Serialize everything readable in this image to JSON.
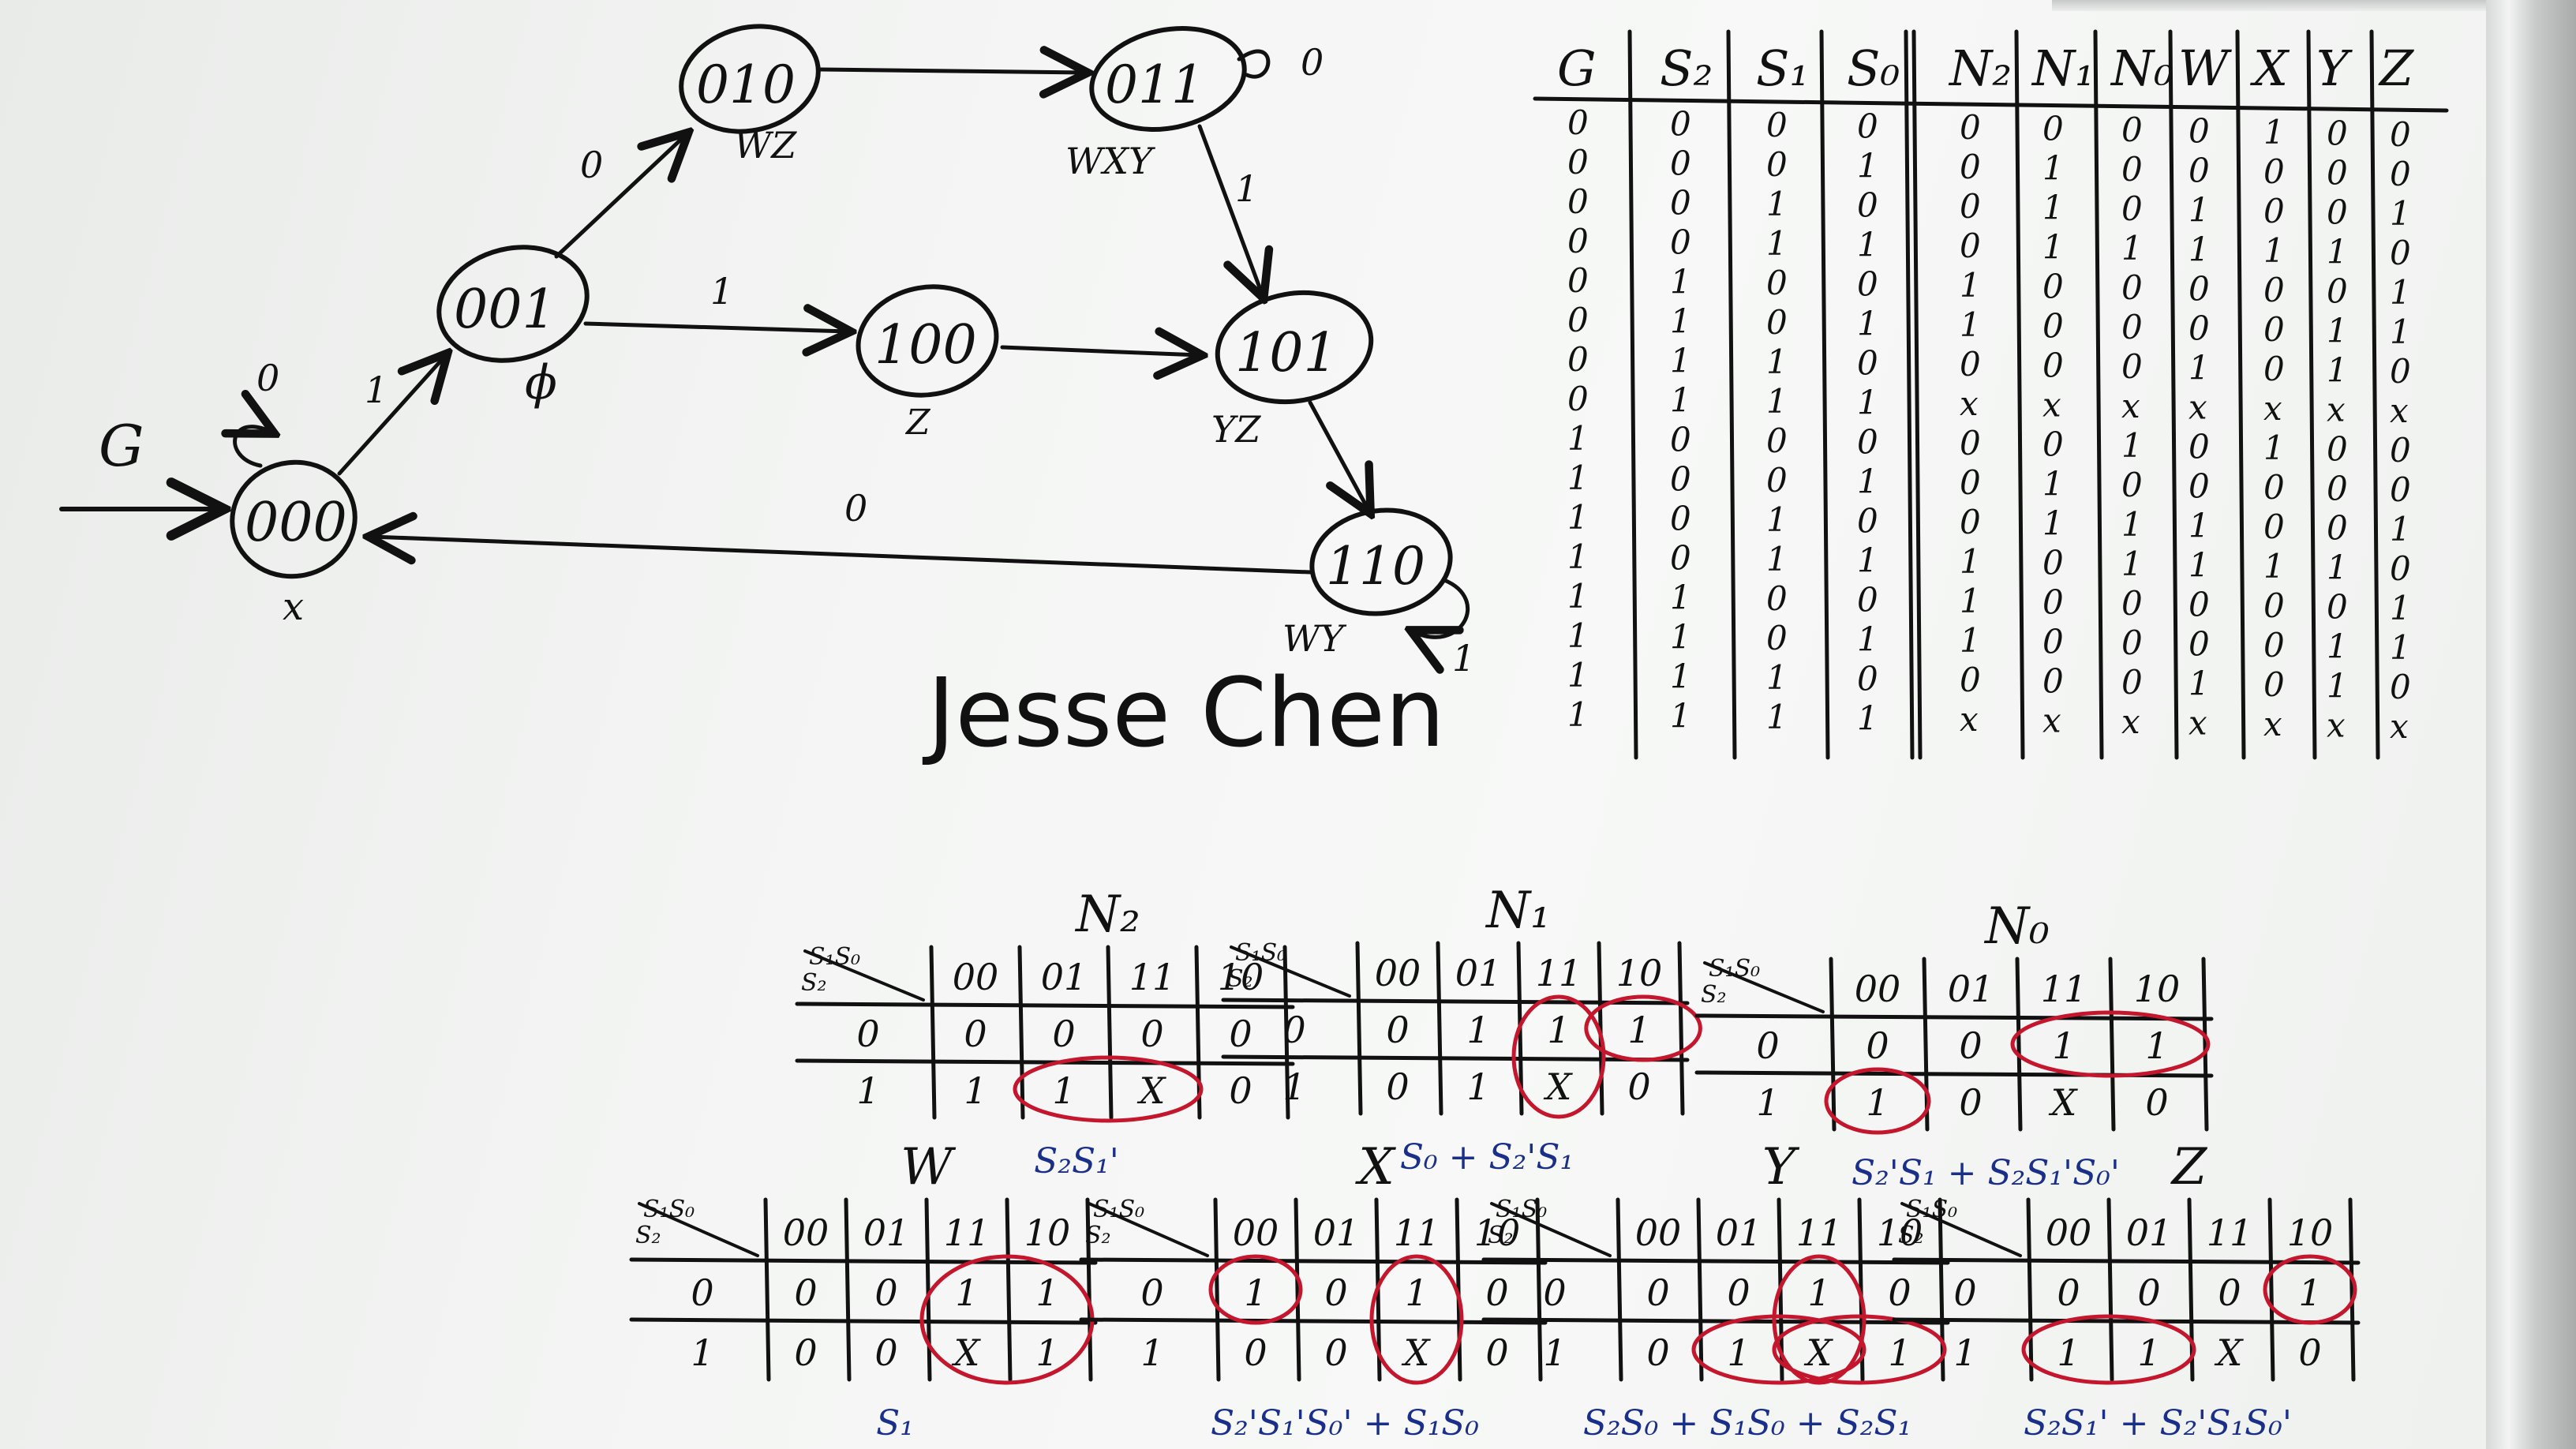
{
  "state_diagram": {
    "start_label": "G",
    "states": [
      {
        "code": "000",
        "output": "x"
      },
      {
        "code": "001",
        "output": "ϕ"
      },
      {
        "code": "010",
        "output": "WZ"
      },
      {
        "code": "011",
        "output": "WXY"
      },
      {
        "code": "100",
        "output": "Z"
      },
      {
        "code": "101",
        "output": "YZ"
      },
      {
        "code": "110",
        "output": "WY"
      }
    ],
    "edge_labels": {
      "self_000": "0",
      "e_000_001": "1",
      "e_001_010": "0",
      "e_001_100": "1",
      "self_011": "0",
      "e_011_101": "1",
      "e_110_000": "0",
      "self_110": "1"
    }
  },
  "signature": "Jesse Chen",
  "truth_table": {
    "headers": [
      "G",
      "S₂",
      "S₁",
      "S₀",
      "N₂",
      "N₁",
      "N₀",
      "W",
      "X",
      "Y",
      "Z"
    ],
    "rows": [
      [
        "0",
        "0",
        "0",
        "0",
        "0",
        "0",
        "0",
        "0",
        "1",
        "0",
        "0"
      ],
      [
        "0",
        "0",
        "0",
        "1",
        "0",
        "1",
        "0",
        "0",
        "0",
        "0",
        "0"
      ],
      [
        "0",
        "0",
        "1",
        "0",
        "0",
        "1",
        "0",
        "1",
        "0",
        "0",
        "1"
      ],
      [
        "0",
        "0",
        "1",
        "1",
        "0",
        "1",
        "1",
        "1",
        "1",
        "1",
        "0"
      ],
      [
        "0",
        "1",
        "0",
        "0",
        "1",
        "0",
        "0",
        "0",
        "0",
        "0",
        "1"
      ],
      [
        "0",
        "1",
        "0",
        "1",
        "1",
        "0",
        "0",
        "0",
        "0",
        "1",
        "1"
      ],
      [
        "0",
        "1",
        "1",
        "0",
        "0",
        "0",
        "0",
        "1",
        "0",
        "1",
        "0"
      ],
      [
        "0",
        "1",
        "1",
        "1",
        "x",
        "x",
        "x",
        "x",
        "x",
        "x",
        "x"
      ],
      [
        "1",
        "0",
        "0",
        "0",
        "0",
        "0",
        "1",
        "0",
        "1",
        "0",
        "0"
      ],
      [
        "1",
        "0",
        "0",
        "1",
        "0",
        "1",
        "0",
        "0",
        "0",
        "0",
        "0"
      ],
      [
        "1",
        "0",
        "1",
        "0",
        "0",
        "1",
        "1",
        "1",
        "0",
        "0",
        "1"
      ],
      [
        "1",
        "0",
        "1",
        "1",
        "1",
        "0",
        "1",
        "1",
        "1",
        "1",
        "0"
      ],
      [
        "1",
        "1",
        "0",
        "0",
        "1",
        "0",
        "0",
        "0",
        "0",
        "0",
        "1"
      ],
      [
        "1",
        "1",
        "0",
        "1",
        "1",
        "0",
        "0",
        "0",
        "0",
        "1",
        "1"
      ],
      [
        "1",
        "1",
        "1",
        "0",
        "0",
        "0",
        "0",
        "1",
        "0",
        "1",
        "0"
      ],
      [
        "1",
        "1",
        "1",
        "1",
        "x",
        "x",
        "x",
        "x",
        "x",
        "x",
        "x"
      ]
    ]
  },
  "kmaps": [
    {
      "title": "N₂",
      "corner_top": "S₁S₀",
      "corner_left": "S₂",
      "cols": [
        "00",
        "01",
        "11",
        "10"
      ],
      "row_labels": [
        "0",
        "1"
      ],
      "cells": [
        [
          "0",
          "0",
          "0",
          "0"
        ],
        [
          "1",
          "1",
          "X",
          "0"
        ]
      ],
      "expression": "S₂S₁'"
    },
    {
      "title": "N₁",
      "corner_top": "S₁S₀",
      "corner_left": "S₂",
      "cols": [
        "00",
        "01",
        "11",
        "10"
      ],
      "row_labels": [
        "0",
        "1"
      ],
      "cells": [
        [
          "0",
          "1",
          "1",
          "1"
        ],
        [
          "0",
          "1",
          "X",
          "0"
        ]
      ],
      "expression": "S₀ + S₂'S₁"
    },
    {
      "title": "N₀",
      "corner_top": "S₁S₀",
      "corner_left": "S₂",
      "cols": [
        "00",
        "01",
        "11",
        "10"
      ],
      "row_labels": [
        "0",
        "1"
      ],
      "cells": [
        [
          "0",
          "0",
          "1",
          "1"
        ],
        [
          "1",
          "0",
          "X",
          "0"
        ]
      ],
      "expression": "S₂'S₁ + S₂S₁'S₀'"
    },
    {
      "title": "W",
      "corner_top": "S₁S₀",
      "corner_left": "S₂",
      "cols": [
        "00",
        "01",
        "11",
        "10"
      ],
      "row_labels": [
        "0",
        "1"
      ],
      "cells": [
        [
          "0",
          "0",
          "1",
          "1"
        ],
        [
          "0",
          "0",
          "X",
          "1"
        ]
      ],
      "expression": "S₁"
    },
    {
      "title": "X",
      "corner_top": "S₁S₀",
      "corner_left": "S₂",
      "cols": [
        "00",
        "01",
        "11",
        "10"
      ],
      "row_labels": [
        "0",
        "1"
      ],
      "cells": [
        [
          "1",
          "0",
          "1",
          "0"
        ],
        [
          "0",
          "0",
          "X",
          "0"
        ]
      ],
      "expression": "S₂'S₁'S₀' + S₁S₀"
    },
    {
      "title": "Y",
      "corner_top": "S₁S₀",
      "corner_left": "S₂",
      "cols": [
        "00",
        "01",
        "11",
        "10"
      ],
      "row_labels": [
        "0",
        "1"
      ],
      "cells": [
        [
          "0",
          "0",
          "1",
          "0"
        ],
        [
          "0",
          "1",
          "X",
          "1"
        ]
      ],
      "expression": "S₂S₀ + S₁S₀ + S₂S₁"
    },
    {
      "title": "Z",
      "corner_top": "S₁S₀",
      "corner_left": "S₂",
      "cols": [
        "00",
        "01",
        "11",
        "10"
      ],
      "row_labels": [
        "0",
        "1"
      ],
      "cells": [
        [
          "0",
          "0",
          "0",
          "1"
        ],
        [
          "1",
          "1",
          "X",
          "0"
        ]
      ],
      "expression": "S₂S₁' + S₂'S₁S₀'"
    }
  ]
}
